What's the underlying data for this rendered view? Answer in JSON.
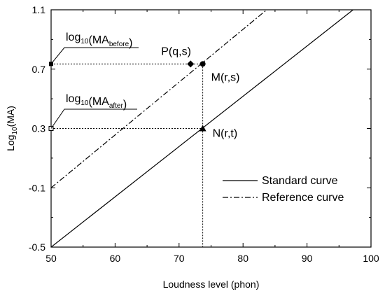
{
  "chart_data": {
    "type": "line",
    "xlabel": "Loudness level (phon)",
    "ylabel": {
      "main": "Log",
      "sub": "10",
      "tail": "(MA)"
    },
    "xlim": [
      50,
      100
    ],
    "ylim": [
      -0.5,
      1.1
    ],
    "x_ticks": [
      "50",
      "60",
      "70",
      "80",
      "90",
      "100"
    ],
    "x_tick_values": [
      50,
      60,
      70,
      80,
      90,
      100
    ],
    "y_ticks": [
      "-0.5",
      "-0.1",
      "0.3",
      "0.7",
      "1.1"
    ],
    "y_tick_values": [
      -0.5,
      -0.1,
      0.3,
      0.7,
      1.1
    ],
    "grid": false,
    "series": [
      {
        "name": "Standard curve",
        "style": "solid",
        "x": [
          50,
          97.2
        ],
        "y": [
          -0.5,
          1.1
        ]
      },
      {
        "name": "Reference curve",
        "style": "dashdot",
        "x": [
          50,
          83.7
        ],
        "y": [
          -0.1,
          1.1
        ]
      }
    ],
    "points": [
      {
        "label": "P(q,s)",
        "x": 71.8,
        "y": 0.735,
        "marker": "diamond"
      },
      {
        "label": "M(r,s)",
        "x": 73.7,
        "y": 0.735,
        "marker": "circle"
      },
      {
        "label": "N(r,t)",
        "x": 73.7,
        "y": 0.3,
        "marker": "triangle"
      }
    ],
    "annotations": {
      "before": {
        "main": "log",
        "sub1": "10",
        "mid": "(MA",
        "sub2": "before",
        "tail": ")"
      },
      "after": {
        "main": "log",
        "sub1": "10",
        "mid": "(MA",
        "sub2": "after",
        "tail": ")"
      }
    },
    "legend_position": "bottom-right"
  }
}
